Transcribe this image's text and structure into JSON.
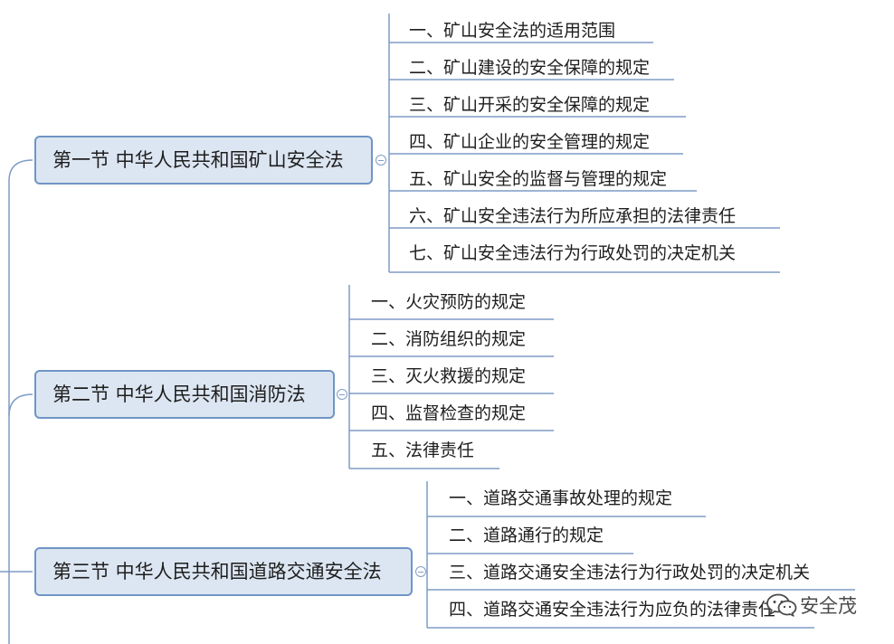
{
  "colors": {
    "node_fill": "#dce6f2",
    "node_border": "#6f95c4",
    "connector": "#7f9cc5",
    "text": "#1e1e1e"
  },
  "sections": [
    {
      "title": "第一节 中华人民共和国矿山安全法",
      "items": [
        "一、矿山安全法的适用范围",
        "二、矿山建设的安全保障的规定",
        "三、矿山开采的安全保障的规定",
        "四、矿山企业的安全管理的规定",
        "五、矿山安全的监督与管理的规定",
        "六、矿山安全违法行为所应承担的法律责任",
        "七、矿山安全违法行为行政处罚的决定机关"
      ]
    },
    {
      "title": "第二节 中华人民共和国消防法",
      "items": [
        "一、火灾预防的规定",
        "二、消防组织的规定",
        "三、灭火救援的规定",
        "四、监督检查的规定",
        "五、法律责任"
      ]
    },
    {
      "title": "第三节 中华人民共和国道路交通安全法",
      "items": [
        "一、道路交通事故处理的规定",
        "二、道路通行的规定",
        "三、道路交通安全违法行为行政处罚的决定机关",
        "四、道路交通安全违法行为应负的法律责任"
      ]
    }
  ],
  "watermark": {
    "icon": "wechat-icon",
    "text": "安全茂"
  }
}
